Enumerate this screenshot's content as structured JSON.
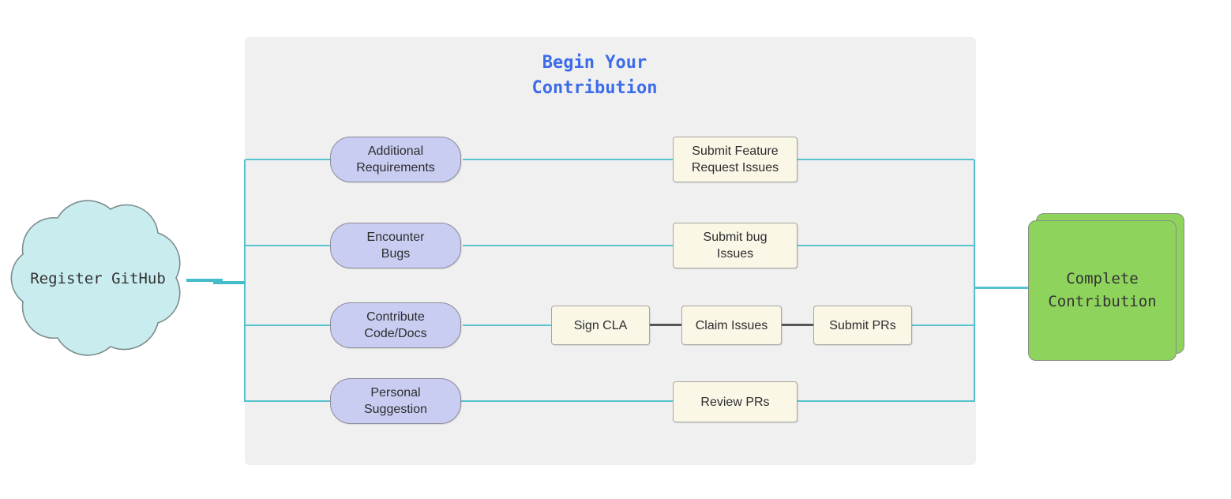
{
  "palette": {
    "accent_line": "#56c3ce",
    "thick_line": "#45bcca",
    "dark_line": "#555555",
    "group_fill": "#f0f0f1",
    "title_color": "#3d6ce8",
    "pill_fill": "#c9cdf2",
    "step_fill": "#faf7e7",
    "cloud_fill": "#c9ecef",
    "end_fill": "#8ed35c",
    "text_color": "#2d2d2d"
  },
  "start_node": {
    "label": "Register GitHub"
  },
  "group": {
    "title": "Begin Your\nContribution"
  },
  "branches": [
    {
      "source": "Additional\nRequirements"
    },
    {
      "source": "Encounter\nBugs"
    },
    {
      "source": "Contribute\nCode/Docs"
    },
    {
      "source": "Personal\nSuggestion"
    }
  ],
  "steps": {
    "feature": "Submit Feature\nRequest Issues",
    "bug": "Submit bug\nIssues",
    "cla": "Sign CLA",
    "claim": "Claim Issues",
    "prs": "Submit PRs",
    "review": "Review PRs"
  },
  "end_node": {
    "label": "Complete\nContribution"
  }
}
